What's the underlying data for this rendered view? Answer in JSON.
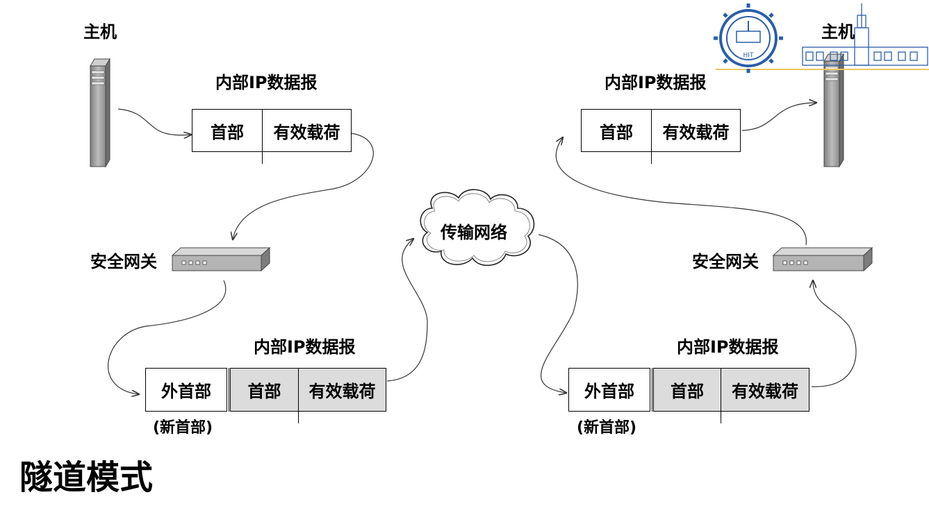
{
  "title": "隧道模式",
  "host_label": "主机",
  "gateway_label": "安全网关",
  "network_label": "传输网络",
  "inner_datagram_label": "内部IP数据报",
  "header_label": "首部",
  "payload_label": "有效载荷",
  "outer_header_label": "外首部",
  "new_header_label": "(新首部)",
  "logo": {
    "text": "HIT"
  },
  "colors": {
    "device": "#9a9a9a",
    "shaded_field": "#dcdcdc",
    "logo_blue": "#2a5ea8",
    "logo_line": "#e8c860"
  }
}
